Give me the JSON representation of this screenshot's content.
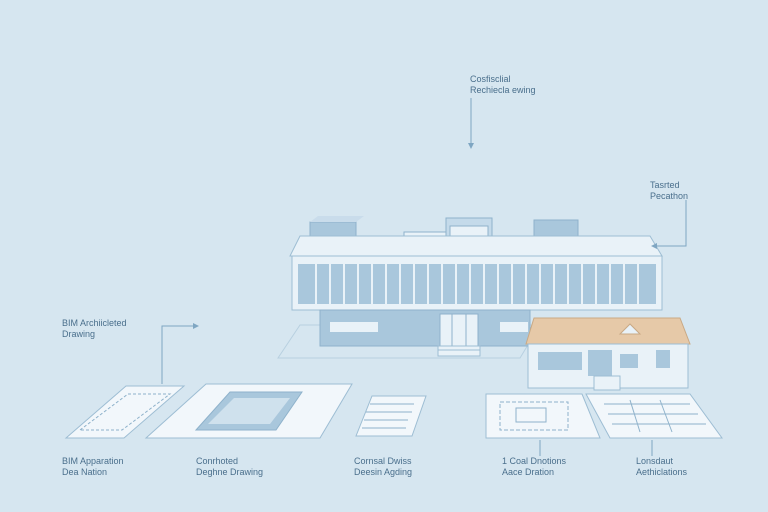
{
  "colors": {
    "background": "#d6e6f0",
    "line": "#7fa6c2",
    "building_fill": "#a9c7dc",
    "building_light": "#e9f2f8",
    "roof_accent": "#e6c9a8",
    "text": "#4a6f8c"
  },
  "callouts": {
    "top": {
      "line1": "Cosfisclial",
      "line2": "Rechiecla ewing"
    },
    "right": {
      "line1": "Tasrted",
      "line2": "Pecathon"
    },
    "left": {
      "line1": "BIM Archiicleted",
      "line2": "Drawing"
    }
  },
  "bottom_labels": [
    {
      "line1": "BIM Apparation",
      "line2": "Dea Nation"
    },
    {
      "line1": "Conrhoted",
      "line2": "Deghne Drawing"
    },
    {
      "line1": "Cornsal Dwiss",
      "line2": "Deesin Agding"
    },
    {
      "line1": "1 Coal Dnotions",
      "line2": "Aace Dration"
    },
    {
      "line1": "Lonsdaut",
      "line2": "Aethiclations"
    }
  ]
}
